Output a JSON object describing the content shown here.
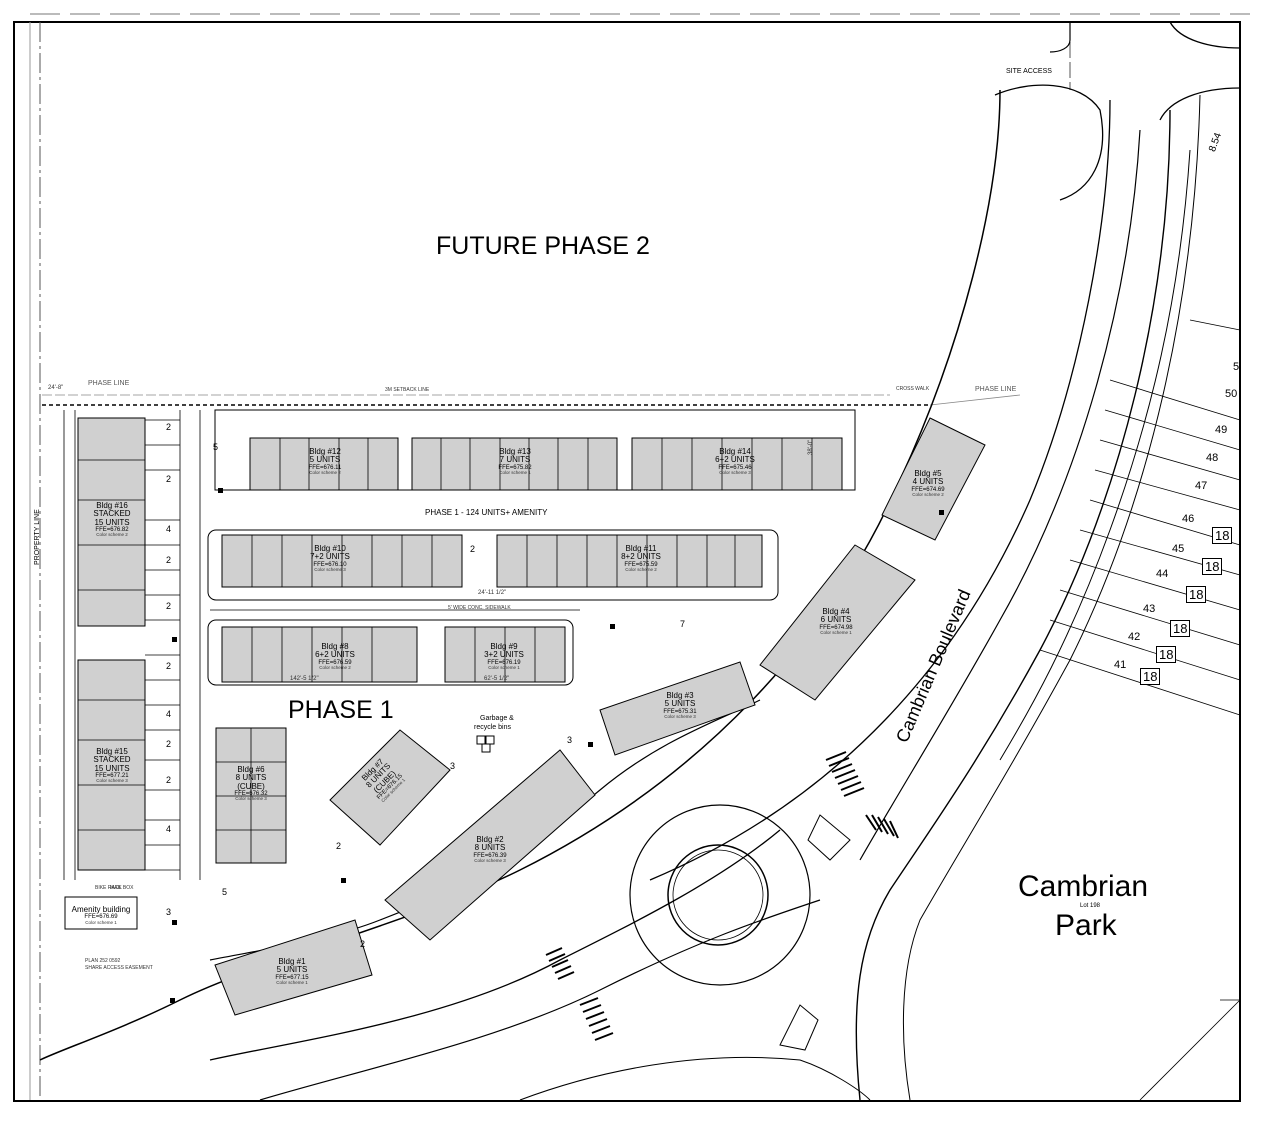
{
  "phases": {
    "future": "FUTURE PHASE 2",
    "current": "PHASE 1",
    "summary": "PHASE 1 - 124 UNITS+ AMENITY"
  },
  "streets": {
    "boulevard": "Cambrian Boulevard"
  },
  "park": {
    "name_line1": "Cambrian",
    "lot": "Lot 198",
    "name_line2": "Park"
  },
  "labels": {
    "site_access": "SITE ACCESS",
    "property_line": "PROPERTY LINE",
    "phase_line_left": "PHASE LINE",
    "phase_line_right": "PHASE LINE",
    "cross_walk": "CROSS WALK",
    "setback_3m": "3M SETBACK LINE",
    "garbage": "Garbage &",
    "recycle": "recycle bins",
    "sidewalk": "5' WIDE CONC. SIDEWALK",
    "plan": "PLAN 252 0592",
    "easement": "SHARE ACCESS EASEMENT",
    "mail": "MAIL BOX",
    "bike": "BIKE RACK",
    "lot_854": "8.54"
  },
  "buildings": [
    {
      "id": "b12",
      "title": "Bldg #12",
      "units": "5 UNITS",
      "ffe": "FFE=676.11",
      "scheme": "Color scheme 2"
    },
    {
      "id": "b13",
      "title": "Bldg #13",
      "units": "7 UNITS",
      "ffe": "FFE=675.82",
      "scheme": "Color scheme 1"
    },
    {
      "id": "b14",
      "title": "Bldg #14",
      "units": "6+2 UNITS",
      "ffe": "FFE=675.46",
      "scheme": "Color scheme 3"
    },
    {
      "id": "b5",
      "title": "Bldg #5",
      "units": "4 UNITS",
      "ffe": "FFE=674.69",
      "scheme": "Color scheme 2"
    },
    {
      "id": "b16",
      "title": "Bldg #16",
      "units": "STACKED",
      "units2": "15 UNITS",
      "ffe": "FFE=676.82",
      "scheme": "Color scheme 2"
    },
    {
      "id": "b10",
      "title": "Bldg #10",
      "units": "7+2 UNITS",
      "ffe": "FFE=676.10",
      "scheme": "Color scheme 3"
    },
    {
      "id": "b11",
      "title": "Bldg #11",
      "units": "8+2 UNITS",
      "ffe": "FFE=675.59",
      "scheme": "Color scheme 2"
    },
    {
      "id": "b8",
      "title": "Bldg #8",
      "units": "6+2 UNITS",
      "ffe": "FFE=676.59",
      "scheme": "Color scheme 2"
    },
    {
      "id": "b9",
      "title": "Bldg #9",
      "units": "3+2 UNITS",
      "ffe": "FFE=676.19",
      "scheme": "Color scheme 1"
    },
    {
      "id": "b4",
      "title": "Bldg #4",
      "units": "6 UNITS",
      "ffe": "FFE=674.98",
      "scheme": "Color scheme 1"
    },
    {
      "id": "b3",
      "title": "Bldg #3",
      "units": "5 UNITS",
      "ffe": "FFE=675.31",
      "scheme": "Color scheme 3"
    },
    {
      "id": "b15",
      "title": "Bldg #15",
      "units": "STACKED",
      "units2": "15 UNITS",
      "ffe": "FFE=677.21",
      "scheme": "Color scheme 3"
    },
    {
      "id": "b6",
      "title": "Bldg #6",
      "units": "8 UNITS",
      "units2": "(CUBE)",
      "ffe": "FFE=676.32",
      "scheme": "Color scheme 3"
    },
    {
      "id": "b7",
      "title": "Bldg #7",
      "units": "8 UNITS",
      "units2": "(CUBE)",
      "ffe": "FFE=676.15",
      "scheme": "Color scheme 1"
    },
    {
      "id": "b2",
      "title": "Bldg #2",
      "units": "8 UNITS",
      "ffe": "FFE=676.39",
      "scheme": "Color scheme 3"
    },
    {
      "id": "b1",
      "title": "Bldg #1",
      "units": "5 UNITS",
      "ffe": "FFE=677.15",
      "scheme": "Color scheme 1"
    },
    {
      "id": "amen",
      "title": "Amenity building",
      "ffe": "FFE=676.69",
      "scheme": "Color scheme 1"
    }
  ],
  "lots": [
    "50",
    "49",
    "48",
    "47",
    "46",
    "45",
    "44",
    "43",
    "42",
    "41",
    "5"
  ],
  "lot_tags": [
    "18",
    "18",
    "18",
    "18",
    "18",
    "18"
  ],
  "stalls": [
    "2",
    "2",
    "4",
    "2",
    "2",
    "4",
    "2",
    "4",
    "2",
    "5",
    "2",
    "2",
    "3",
    "3",
    "7",
    "2",
    "5",
    "2",
    "3"
  ],
  "dims": {
    "d1": "142'-5 1/2\"",
    "d2": "62'-5 1/2\"",
    "d3": "24'-11 1/2\"",
    "d4": "24'-8\"",
    "d5": "38'-0\""
  }
}
